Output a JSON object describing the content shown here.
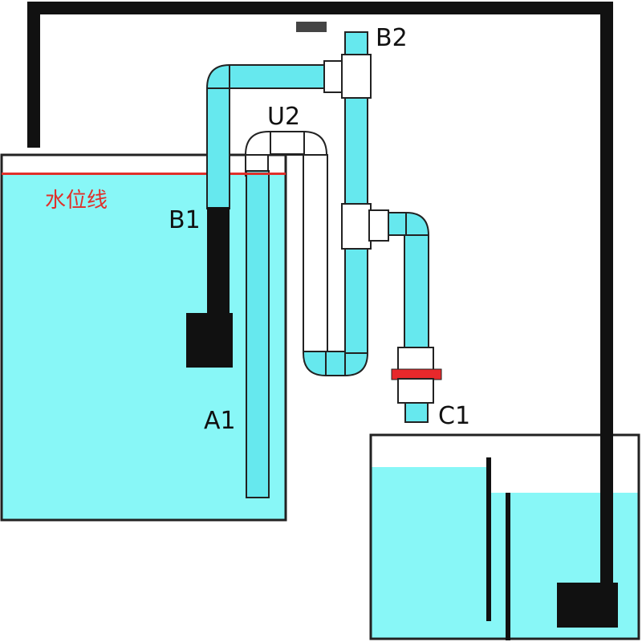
{
  "labels": {
    "b2": "B2",
    "u2": "U2",
    "water_line": "水位线",
    "b1": "B1",
    "a1": "A1",
    "c1": "C1"
  },
  "colors": {
    "water": "#88F7F7",
    "pipe": "#66E8EE",
    "white_pipe": "#FFFFFF",
    "dark": "#111111",
    "water_line": "#E0302A",
    "valve_ring": "#E8282B",
    "top_block": "#444444"
  }
}
